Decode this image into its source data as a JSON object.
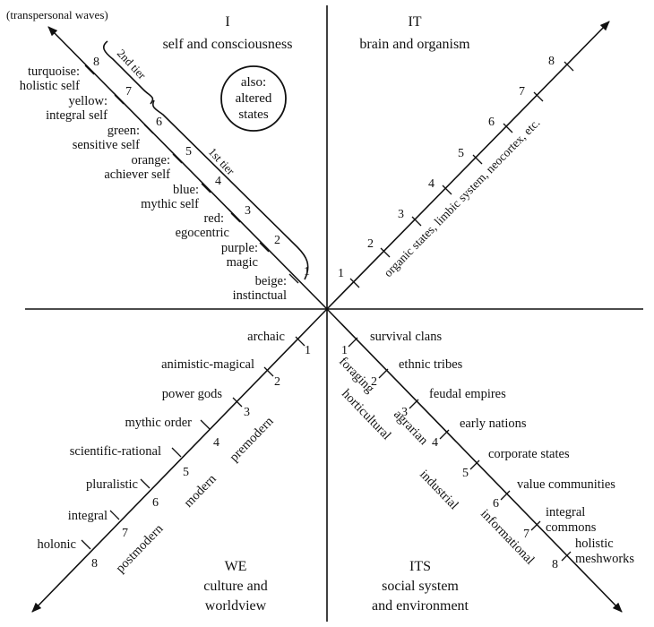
{
  "top_note": "(transpersonal waves)",
  "quadrants": {
    "ul": {
      "code": "I",
      "title": "self and consciousness"
    },
    "ur": {
      "code": "IT",
      "title": "brain and organism"
    },
    "ll": {
      "code": "WE",
      "title_line1": "culture and",
      "title_line2": "worldview"
    },
    "lr": {
      "code": "ITS",
      "title_line1": "social system",
      "title_line2": "and environment"
    }
  },
  "altered_states": {
    "line1": "also:",
    "line2": "altered",
    "line3": "states"
  },
  "tiers": {
    "second": "2nd tier",
    "first": "1st tier"
  },
  "ul_levels": [
    {
      "num": "1",
      "line1": "beige:",
      "line2": "instinctual"
    },
    {
      "num": "2",
      "line1": "purple:",
      "line2": "magic"
    },
    {
      "num": "3",
      "line1": "red:",
      "line2": "egocentric"
    },
    {
      "num": "4",
      "line1": "blue:",
      "line2": "mythic self"
    },
    {
      "num": "5",
      "line1": "orange:",
      "line2": "achiever self"
    },
    {
      "num": "6",
      "line1": "green:",
      "line2": "sensitive self"
    },
    {
      "num": "7",
      "line1": "yellow:",
      "line2": "integral self"
    },
    {
      "num": "8",
      "line1": "turquoise:",
      "line2": "holistic self"
    }
  ],
  "ur_numbers": [
    "1",
    "2",
    "3",
    "4",
    "5",
    "6",
    "7",
    "8"
  ],
  "ur_axis_label": "organic states, limbic system, neocortex, etc.",
  "ll_levels": [
    {
      "num": "1",
      "label": "archaic"
    },
    {
      "num": "2",
      "label": "animistic-magical"
    },
    {
      "num": "3",
      "label": "power gods"
    },
    {
      "num": "4",
      "label": "mythic order"
    },
    {
      "num": "5",
      "label": "scientific-rational"
    },
    {
      "num": "6",
      "label": "pluralistic"
    },
    {
      "num": "7",
      "label": "integral"
    },
    {
      "num": "8",
      "label": "holonic"
    }
  ],
  "ll_eras": {
    "premodern": "premodern",
    "modern": "modern",
    "postmodern": "postmodern"
  },
  "lr_levels": [
    {
      "num": "1",
      "line1": "survival clans"
    },
    {
      "num": "2",
      "line1": "ethnic tribes"
    },
    {
      "num": "3",
      "line1": "feudal empires"
    },
    {
      "num": "4",
      "line1": "early nations"
    },
    {
      "num": "5",
      "line1": "corporate states"
    },
    {
      "num": "6",
      "line1": "value communities"
    },
    {
      "num": "7",
      "line1": "integral",
      "line2": "commons"
    },
    {
      "num": "8",
      "line1": "holistic",
      "line2": "meshworks"
    }
  ],
  "lr_eras": {
    "foraging": "foraging",
    "horticultural": "horticultural",
    "agrarian": "agrarian",
    "industrial": "industrial",
    "informational": "informational"
  }
}
